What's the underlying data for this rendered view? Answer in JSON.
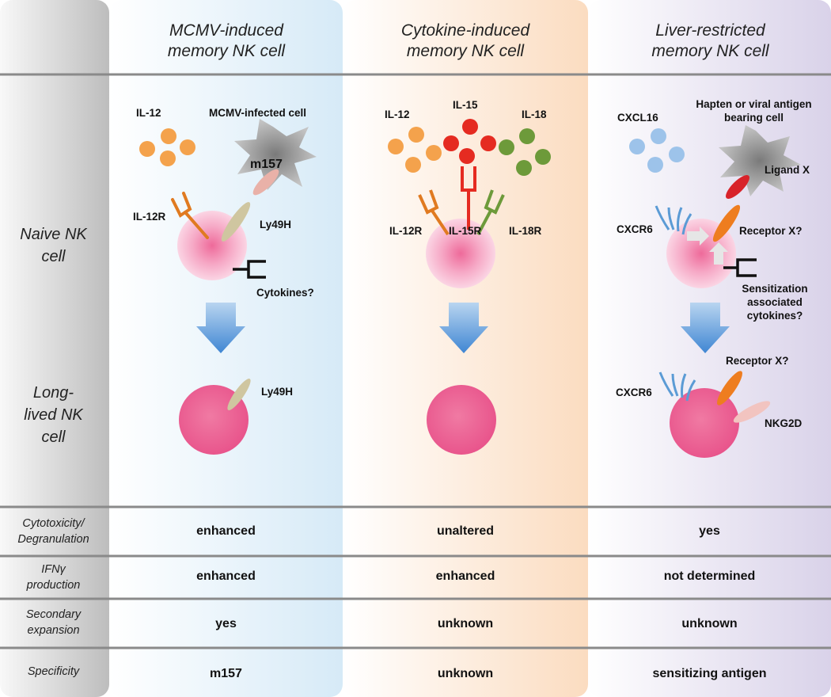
{
  "columns": [
    {
      "title_line1": "MCMV-induced",
      "title_line2": "memory NK cell"
    },
    {
      "title_line1": "Cytokine-induced",
      "title_line2": "memory NK cell"
    },
    {
      "title_line1": "Liver-restricted",
      "title_line2": "memory NK cell"
    }
  ],
  "rows": {
    "naive": [
      "Naive NK",
      "cell"
    ],
    "long_lived": [
      "Long-",
      "lived NK",
      "cell"
    ],
    "cytotoxicity": [
      "Cytotoxicity/",
      "Degranulation"
    ],
    "ifng": [
      "IFNγ",
      "production"
    ],
    "expansion": [
      "Secondary",
      "expansion"
    ],
    "specificity": [
      "Specificity"
    ]
  },
  "table": {
    "cytotoxicity": [
      "enhanced",
      "unaltered",
      "yes"
    ],
    "ifng": [
      "enhanced",
      "enhanced",
      "not determined"
    ],
    "expansion": [
      "yes",
      "unknown",
      "unknown"
    ],
    "specificity": [
      "m157",
      "unknown",
      "sensitizing antigen"
    ]
  },
  "mcmv": {
    "il12": "IL-12",
    "infected_cell": "MCMV-infected cell",
    "m157": "m157",
    "il12r": "IL-12R",
    "ly49h": "Ly49H",
    "cytokines": "Cytokines?",
    "ly49h_memory": "Ly49H"
  },
  "cytokine": {
    "il12": "IL-12",
    "il15": "IL-15",
    "il18": "IL-18",
    "il12r": "IL-12R",
    "il15r": "IL-15R",
    "il18r": "IL-18R"
  },
  "liver": {
    "cxcl16": "CXCL16",
    "antigen_cell_line1": "Hapten or viral antigen",
    "antigen_cell_line2": "bearing cell",
    "ligand": "Ligand X",
    "cxcr6": "CXCR6",
    "receptor": "Receptor X?",
    "sens_line1": "Sensitization",
    "sens_line2": "associated",
    "sens_line3": "cytokines?",
    "receptor_memory": "Receptor X?",
    "cxcr6_memory": "CXCR6",
    "nkg2d": "NKG2D"
  },
  "colors": {
    "il12": "#f4a24c",
    "il15": "#e52b21",
    "il18": "#6d9a3a",
    "cxcl16": "#9dc3ea",
    "cell": "#ec5a8c",
    "arrow": "#4a90d9",
    "ly49h": "#cfc6a0",
    "receptor_x": "#ee7d1f",
    "nkg2d": "#f2c4c0",
    "ligand_x": "#d8232a",
    "cxcr6": "#5b9bd5"
  }
}
